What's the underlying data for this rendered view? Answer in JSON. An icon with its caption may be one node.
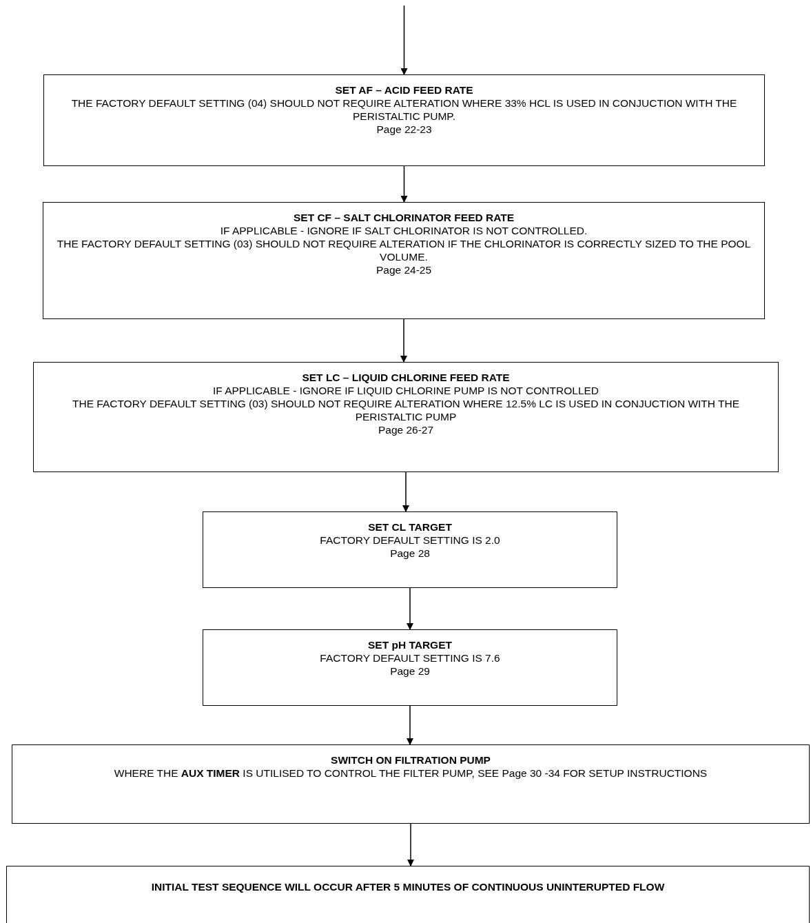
{
  "diagram": {
    "nodes": [
      {
        "text": [
          "SET AF – ACID FEED RATE",
          "THE FACTORY DEFAULT SETTING (04) SHOULD NOT REQUIRE ALTERATION WHERE 33% HCL IS USED IN CONJUCTION WITH THE PERISTALTIC PUMP.",
          "Page 22-23"
        ]
      },
      {
        "text": [
          "SET CF – SALT CHLORINATOR FEED RATE",
          "IF APPLICABLE - IGNORE IF SALT CHLORINATOR IS NOT CONTROLLED.",
          "THE FACTORY DEFAULT SETTING (03) SHOULD NOT REQUIRE ALTERATION IF THE CHLORINATOR IS CORRECTLY SIZED TO THE POOL VOLUME.",
          "Page 24-25"
        ]
      },
      {
        "text": [
          "SET LC – LIQUID CHLORINE FEED RATE",
          "IF APPLICABLE - IGNORE IF LIQUID CHLORINE PUMP IS NOT CONTROLLED",
          "THE FACTORY DEFAULT SETTING (03) SHOULD NOT REQUIRE ALTERATION WHERE 12.5% LC IS USED IN CONJUCTION WITH THE PERISTALTIC PUMP",
          "Page 26-27"
        ]
      },
      {
        "text": [
          "SET CL TARGET",
          "FACTORY DEFAULT SETTING IS 2.0",
          "Page 28"
        ]
      },
      {
        "text": [
          "SET pH TARGET",
          "FACTORY DEFAULT SETTING IS 7.6",
          "Page 29"
        ]
      },
      {
        "text": [
          "SWITCH ON FILTRATION PUMP",
          "WHERE THE **AUX TIMER** IS UTILISED TO CONTROL THE FILTER PUMP, SEE Page 30 -34 FOR SETUP INSTRUCTIONS"
        ]
      },
      {
        "text": [
          "INITIAL TEST SEQUENCE WILL OCCUR AFTER 5 MINUTES OF CONTINUOUS UNINTERUPTED FLOW"
        ]
      }
    ],
    "edges": [
      {
        "from": null,
        "to": 0,
        "arrow": "to"
      },
      {
        "from": 0,
        "to": 1,
        "arrow": "to"
      },
      {
        "from": 1,
        "to": 2,
        "arrow": "to"
      },
      {
        "from": 2,
        "to": 3,
        "arrow": "to"
      },
      {
        "from": 3,
        "to": 4,
        "arrow": "to"
      },
      {
        "from": 4,
        "to": 5,
        "arrow": "to"
      },
      {
        "from": 5,
        "to": 6,
        "arrow": "to"
      }
    ]
  }
}
